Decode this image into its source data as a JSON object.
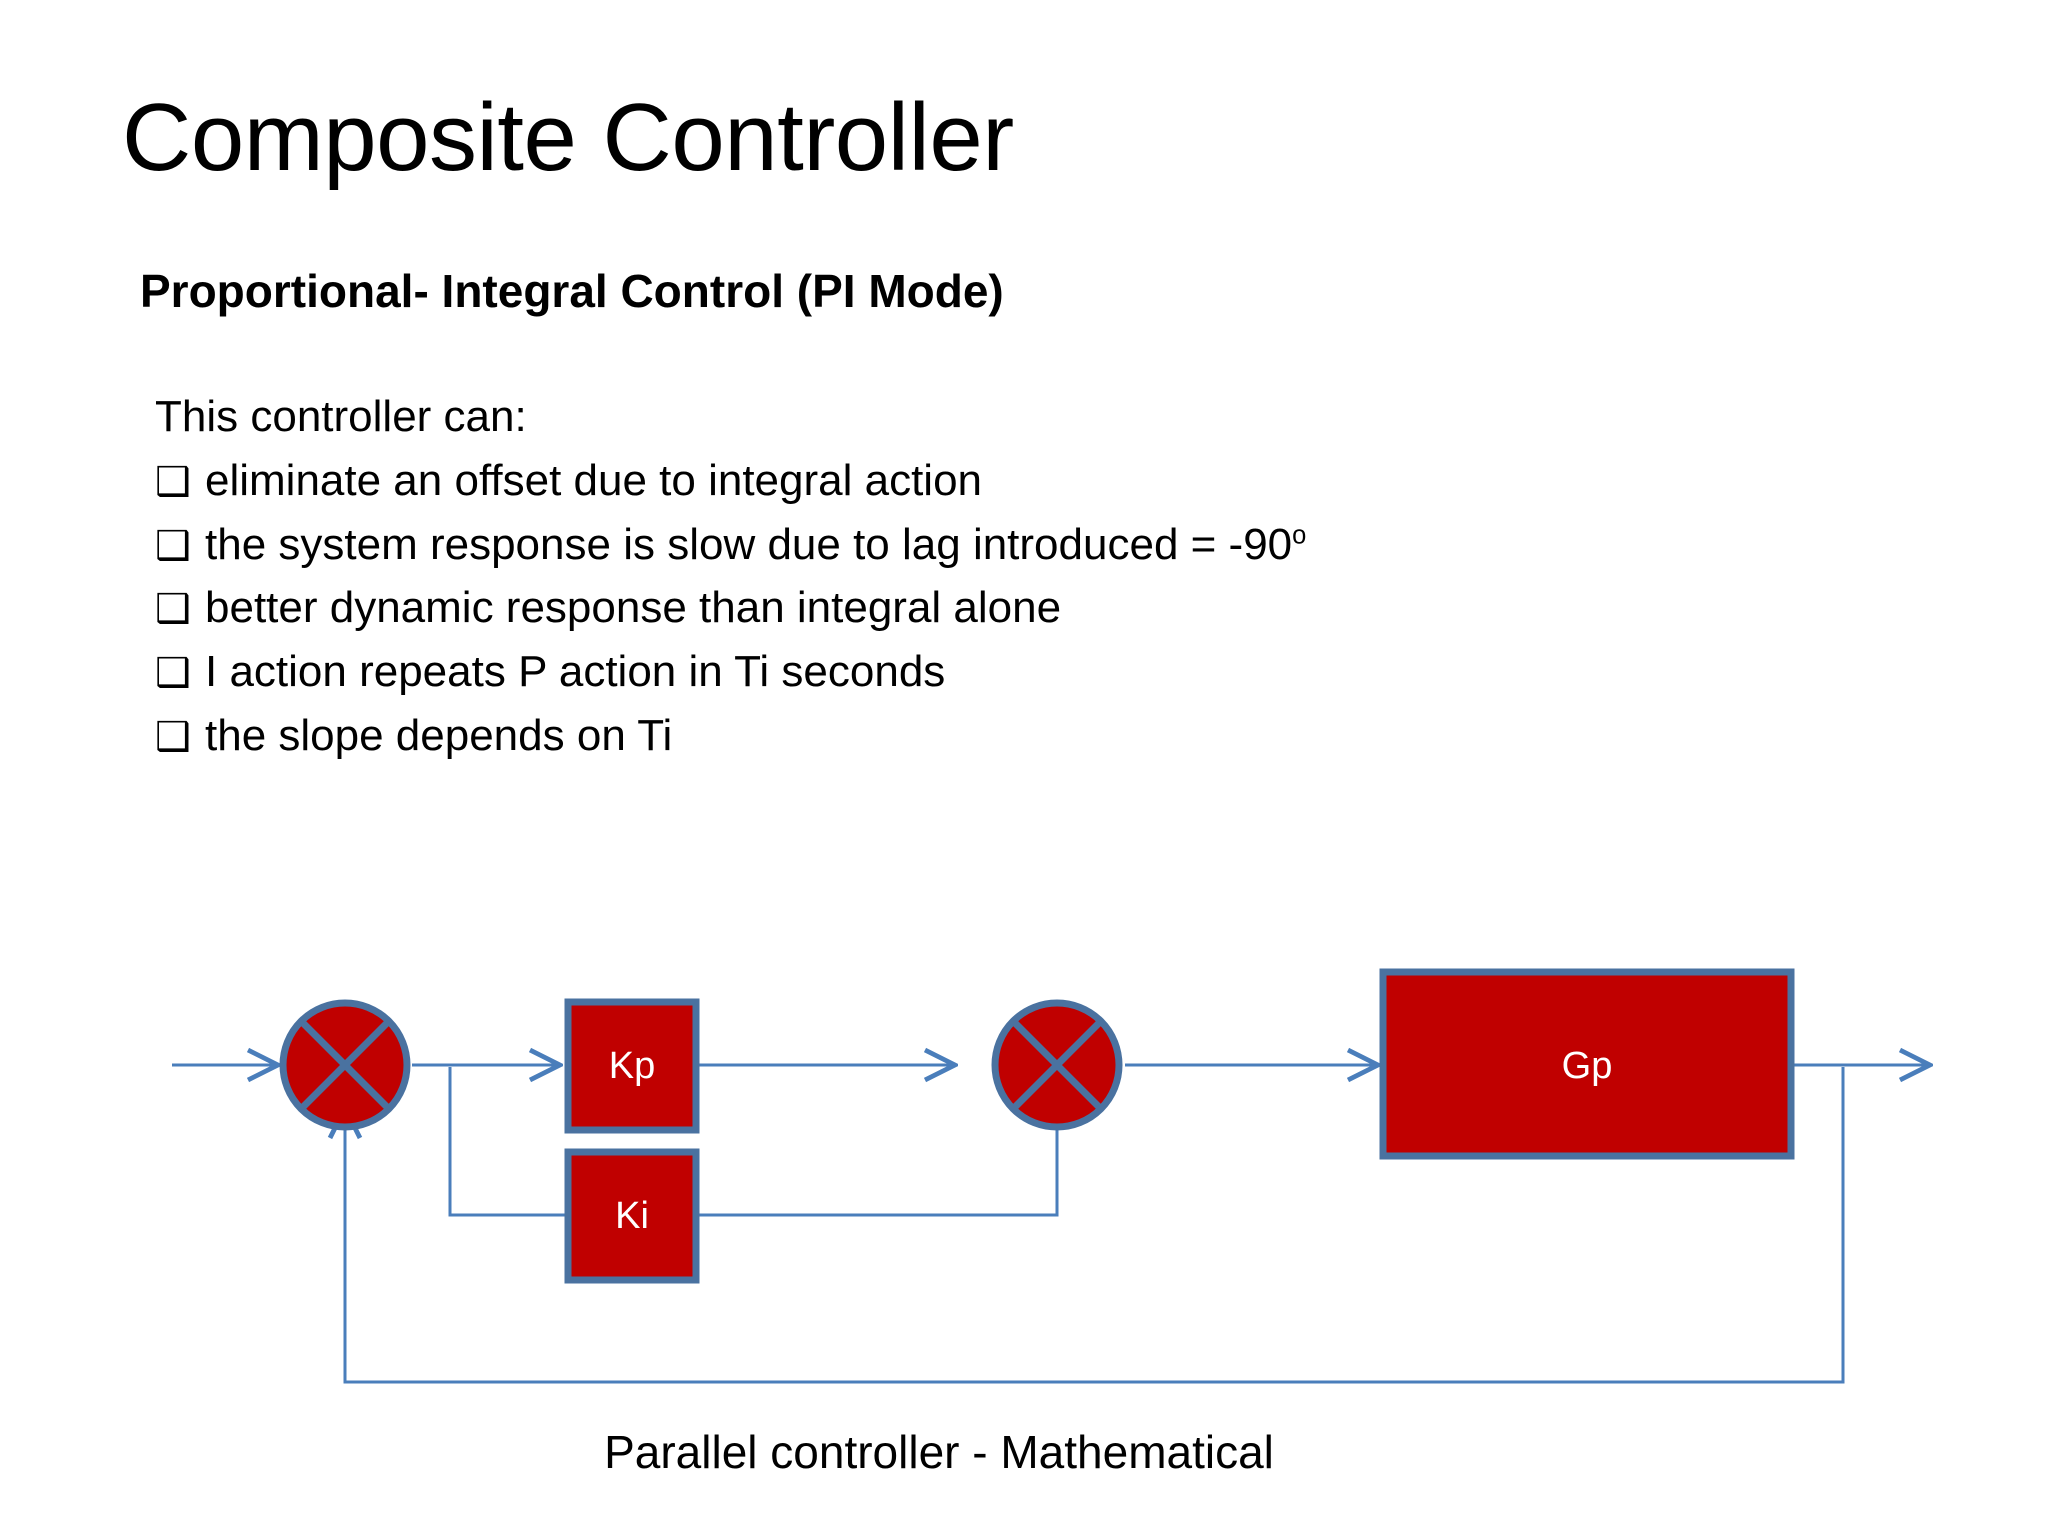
{
  "slide": {
    "title": "Composite Controller",
    "subtitle": "Proportional- Integral Control (PI Mode)",
    "lead": "This controller can:",
    "bullet_glyph": "❑",
    "bullets": [
      {
        "text": "eliminate an offset due to integral action",
        "sup": ""
      },
      {
        "text": "the system response is slow due to lag introduced = -90",
        "sup": "o"
      },
      {
        "text": "better dynamic response than integral alone",
        "sup": ""
      },
      {
        "text": "I action repeats P action in Ti seconds",
        "sup": ""
      },
      {
        "text": "the slope depends on Ti",
        "sup": ""
      }
    ],
    "caption": "Parallel controller - Mathematical"
  },
  "diagram": {
    "type": "block-diagram",
    "title": "Parallel controller - Mathematical",
    "colors": {
      "block_fill": "#C00000",
      "block_stroke": "#4A72A0",
      "line": "#4A7EBB",
      "label_text": "#FFFFFF",
      "background": "#FFFFFF"
    },
    "nodes": [
      {
        "id": "sum1",
        "kind": "summing-junction",
        "label": "",
        "shape": "circle-with-x"
      },
      {
        "id": "kp",
        "kind": "gain-block",
        "label": "Kp"
      },
      {
        "id": "ki",
        "kind": "gain-block",
        "label": "Ki"
      },
      {
        "id": "sum2",
        "kind": "summing-junction",
        "label": "",
        "shape": "circle-with-x"
      },
      {
        "id": "gp",
        "kind": "process-block",
        "label": "Gp"
      }
    ],
    "edges": [
      {
        "from": "input",
        "to": "sum1",
        "arrow": true
      },
      {
        "from": "sum1",
        "to": "kp",
        "arrow": true
      },
      {
        "from": "sum1",
        "to": "ki",
        "arrow": false
      },
      {
        "from": "kp",
        "to": "sum2",
        "arrow": true
      },
      {
        "from": "ki",
        "to": "sum2",
        "arrow": true
      },
      {
        "from": "sum2",
        "to": "gp",
        "arrow": true
      },
      {
        "from": "gp",
        "to": "output",
        "arrow": true
      },
      {
        "from": "gp",
        "to": "sum1",
        "arrow": true,
        "role": "feedback"
      }
    ],
    "labels": {
      "kp": "Kp",
      "ki": "Ki",
      "gp": "Gp"
    }
  }
}
